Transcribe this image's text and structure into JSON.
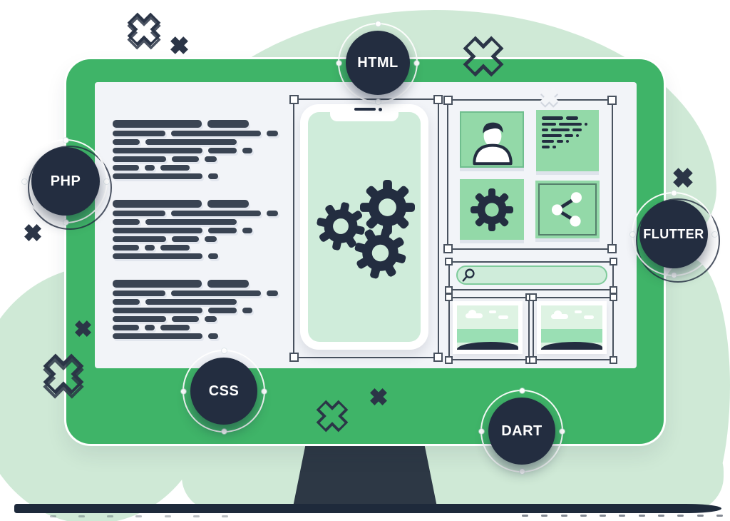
{
  "title": "app-development-illustration",
  "colors": {
    "green": "#3FB468",
    "card_green": "#93D9A8",
    "card_border": "#6FBE8E",
    "pale_green": "#CFECDA",
    "blob_green": "#CFE9D6",
    "sky_green": "#DEF3E3",
    "sea_green": "#9ADFB4",
    "navy": "#232D40",
    "slate": "#3A4453",
    "seg_shadow": "#E2E6EE",
    "screen_bg": "#F2F4F8",
    "line": "#49525F",
    "stand": "#2D3845",
    "ground": "#1E2A3B"
  },
  "badges": [
    {
      "label": "HTML"
    },
    {
      "label": "PHP"
    },
    {
      "label": "FLUTTER"
    },
    {
      "label": "CSS"
    },
    {
      "label": "DART"
    }
  ],
  "icons": [
    "gears-icon",
    "gear-icon",
    "user-avatar-icon",
    "text-lines-icon",
    "share-icon",
    "magnifier-icon",
    "image-placeholder-icon",
    "cross-decoration-icon",
    "selection-handle"
  ],
  "code_panel": {
    "blocks": [
      [
        {
          "h": 11,
          "segs": [
            125,
            58
          ]
        },
        {
          "h": 8,
          "segs": [
            74,
            126,
            16
          ]
        },
        {
          "h": 8,
          "segs": [
            38,
            128
          ]
        },
        {
          "h": 8,
          "segs": [
            126,
            40,
            14
          ]
        },
        {
          "h": 8,
          "segs": [
            75,
            38,
            17
          ]
        },
        {
          "h": 8,
          "segs": [
            37,
            14,
            41
          ]
        },
        {
          "h": 8,
          "segs": [
            126,
            14
          ]
        }
      ],
      [
        {
          "h": 11,
          "segs": [
            125,
            58
          ]
        },
        {
          "h": 8,
          "segs": [
            74,
            126,
            16
          ]
        },
        {
          "h": 8,
          "segs": [
            38,
            128
          ]
        },
        {
          "h": 8,
          "segs": [
            126,
            40,
            14
          ]
        },
        {
          "h": 8,
          "segs": [
            75,
            38,
            17
          ]
        },
        {
          "h": 8,
          "segs": [
            37,
            14,
            41
          ]
        },
        {
          "h": 8,
          "segs": [
            126,
            14
          ]
        }
      ],
      [
        {
          "h": 11,
          "segs": [
            125,
            58
          ]
        },
        {
          "h": 8,
          "segs": [
            74,
            126,
            16
          ]
        },
        {
          "h": 8,
          "segs": [
            38,
            128
          ]
        },
        {
          "h": 8,
          "segs": [
            126,
            40,
            14
          ]
        },
        {
          "h": 8,
          "segs": [
            75,
            38,
            17
          ]
        },
        {
          "h": 8,
          "segs": [
            37,
            14,
            41
          ]
        },
        {
          "h": 8,
          "segs": [
            126,
            14
          ]
        }
      ]
    ]
  },
  "widget_text_card": {
    "rows": [
      {
        "h": 5,
        "segs": [
          30,
          17
        ]
      },
      {
        "h": 4,
        "segs": [
          20,
          32,
          4
        ]
      },
      {
        "h": 4,
        "segs": [
          9,
          26,
          13
        ]
      },
      {
        "h": 4,
        "segs": [
          28,
          12,
          4
        ]
      },
      {
        "h": 4,
        "segs": [
          17,
          9,
          4
        ]
      },
      {
        "h": 4,
        "segs": [
          11,
          5
        ]
      }
    ]
  }
}
